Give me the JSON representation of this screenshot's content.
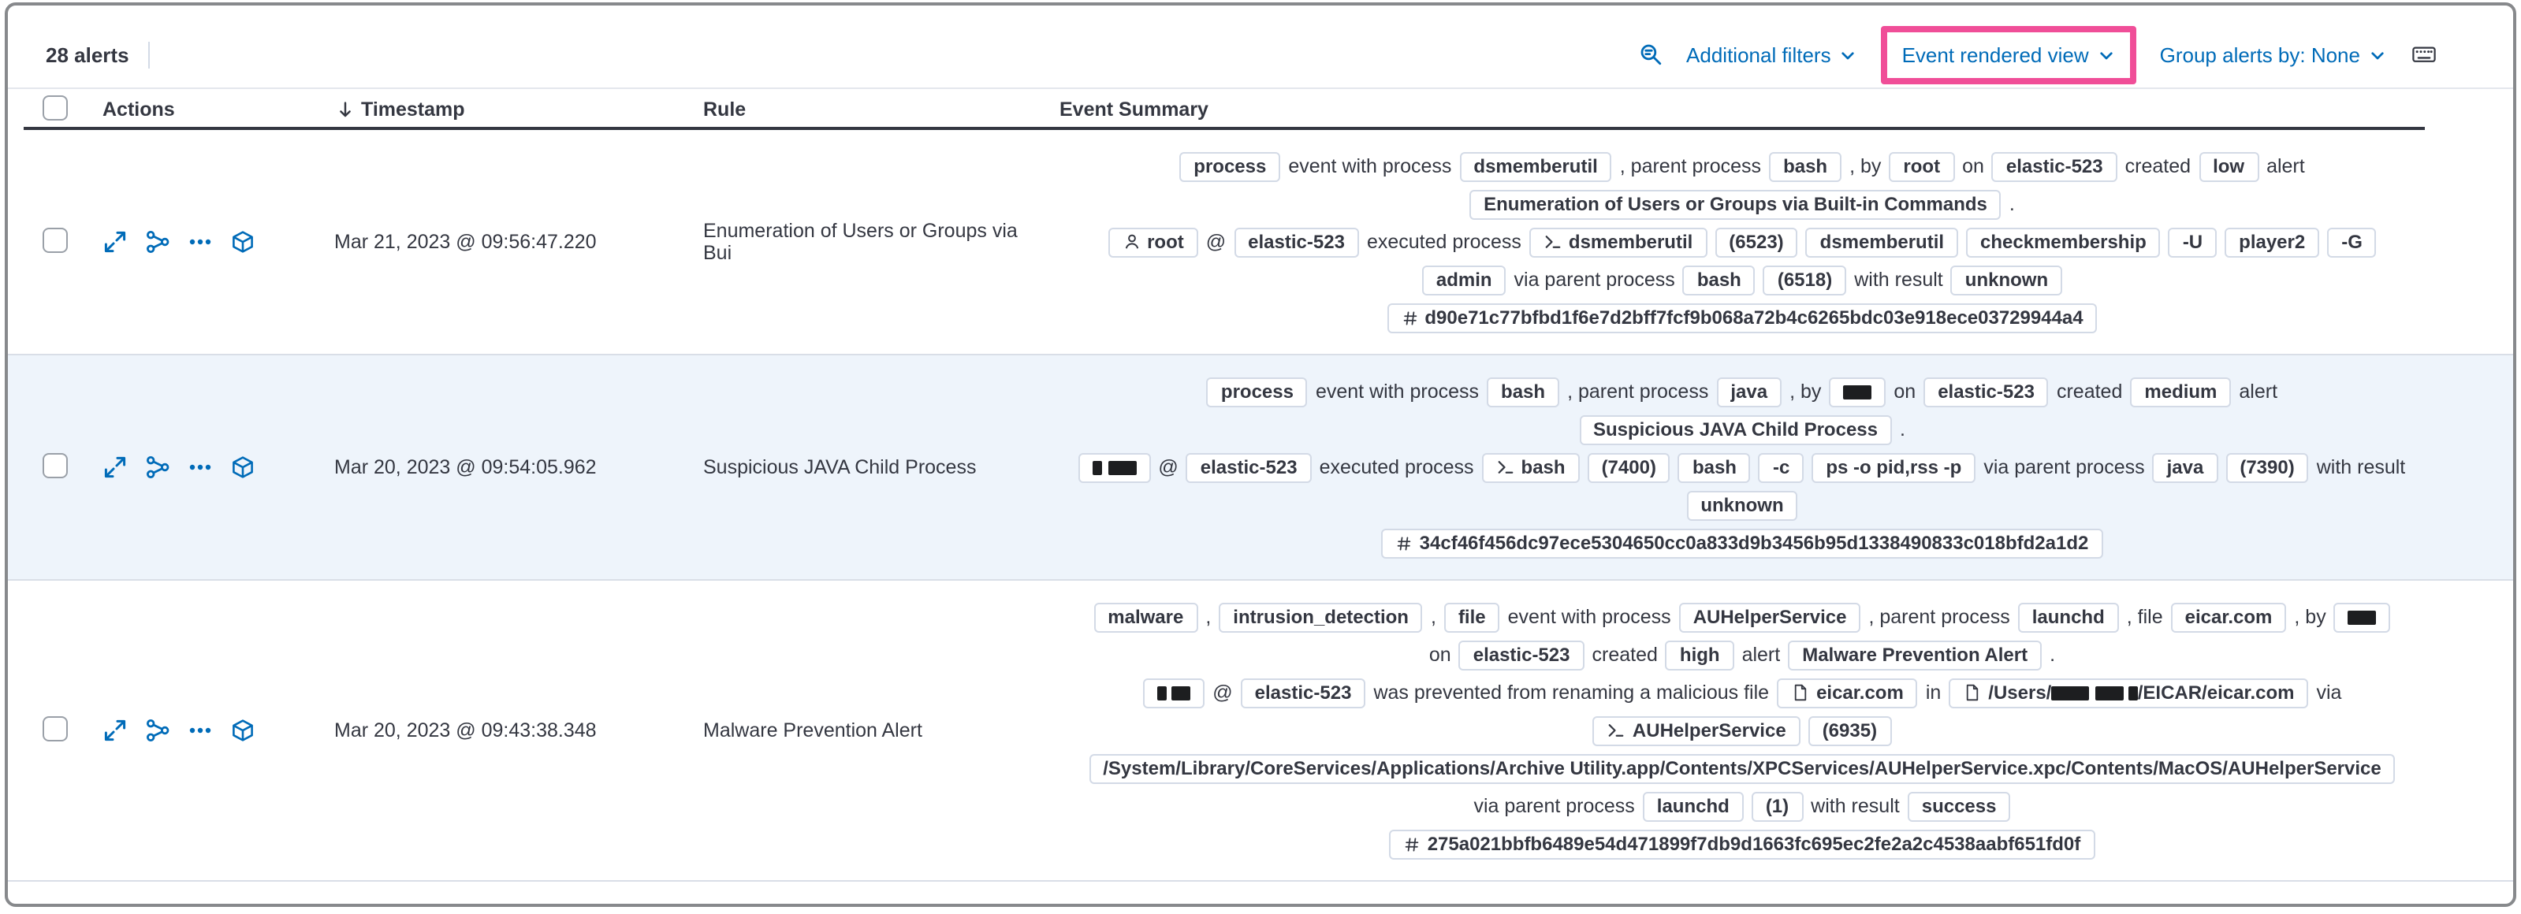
{
  "colors": {
    "link_blue": "#006bb8",
    "text": "#343741",
    "badge_border": "#d3dae6",
    "striped_row_bg": "#eef4fb",
    "highlight_pink": "#f04e98",
    "frame_border": "#87898c"
  },
  "toolbar": {
    "alert_count": "28 alerts",
    "inspect_icon": "inspect-icon",
    "additional_filters_label": "Additional filters",
    "view_selector_label": "Event rendered view",
    "group_alerts_label": "Group alerts by: None",
    "keyboard_icon": "keyboard-shortcuts-icon",
    "highlighted_control": "Event rendered view"
  },
  "table": {
    "columns": {
      "actions": "Actions",
      "timestamp": "Timestamp",
      "rule": "Rule",
      "summary": "Event Summary"
    },
    "sort_icon": "sort-down-icon",
    "row_action_icons": [
      "expand-icon",
      "analyzer-icon",
      "more-actions-icon",
      "session-view-icon"
    ]
  },
  "rows": [
    {
      "timestamp": "Mar 21, 2023 @ 09:56:47.220",
      "rule": "Enumeration of Users or Groups via Bui",
      "summary": [
        [
          {
            "badge": "process"
          },
          {
            "text": "event with process"
          },
          {
            "badge": "dsmemberutil"
          },
          {
            "text": ", parent process"
          },
          {
            "badge": "bash"
          },
          {
            "text": ", by"
          },
          {
            "badge": "root"
          },
          {
            "text": "on"
          },
          {
            "badge": "elastic-523"
          },
          {
            "text": "created"
          },
          {
            "badge": "low"
          },
          {
            "text": "alert"
          }
        ],
        [
          {
            "badge": "Enumeration of Users or Groups via Built-in Commands"
          },
          {
            "text": "."
          }
        ],
        [
          {
            "badge": "root",
            "icon": "user-icon"
          },
          {
            "text": "@"
          },
          {
            "badge": "elastic-523"
          },
          {
            "text": "executed process"
          },
          {
            "badge": "dsmemberutil",
            "icon": "console-icon"
          },
          {
            "badge": "(6523)"
          },
          {
            "badge": "dsmemberutil"
          },
          {
            "badge": "checkmembership"
          },
          {
            "badge": "-U"
          },
          {
            "badge": "player2"
          },
          {
            "badge": "-G"
          }
        ],
        [
          {
            "badge": "admin"
          },
          {
            "text": "via parent process"
          },
          {
            "badge": "bash"
          },
          {
            "badge": "(6518)"
          },
          {
            "text": "with result"
          },
          {
            "badge": "unknown"
          }
        ],
        [
          {
            "badge": "d90e71c77bfbd1f6e7d2bff7fcf9b068a72b4c6265bdc03e918ece03729944a4",
            "icon": "hash-icon"
          }
        ]
      ]
    },
    {
      "timestamp": "Mar 20, 2023 @ 09:54:05.962",
      "rule": "Suspicious JAVA Child Process",
      "summary": [
        [
          {
            "badge": "process"
          },
          {
            "text": "event with process"
          },
          {
            "badge": "bash"
          },
          {
            "text": ", parent process"
          },
          {
            "badge": "java"
          },
          {
            "text": ", by"
          },
          {
            "badge": "███"
          },
          {
            "text": "on"
          },
          {
            "badge": "elastic-523"
          },
          {
            "text": "created"
          },
          {
            "badge": "medium"
          },
          {
            "text": "alert"
          }
        ],
        [
          {
            "badge": "Suspicious JAVA Child Process"
          },
          {
            "text": "."
          }
        ],
        [
          {
            "badge": "█ ███"
          },
          {
            "text": "@"
          },
          {
            "badge": "elastic-523"
          },
          {
            "text": "executed process"
          },
          {
            "badge": "bash",
            "icon": "console-icon"
          },
          {
            "badge": "(7400)"
          },
          {
            "badge": "bash"
          },
          {
            "badge": "-c"
          },
          {
            "badge": "ps -o pid,rss -p"
          },
          {
            "text": "via parent process"
          },
          {
            "badge": "java"
          },
          {
            "badge": "(7390)"
          },
          {
            "text": "with result"
          }
        ],
        [
          {
            "badge": "unknown"
          }
        ],
        [
          {
            "badge": "34cf46f456dc97ece5304650cc0a833d9b3456b95d1338490833c018bfd2a1d2",
            "icon": "hash-icon"
          }
        ]
      ]
    },
    {
      "timestamp": "Mar 20, 2023 @ 09:43:38.348",
      "rule": "Malware Prevention Alert",
      "summary": [
        [
          {
            "badge": "malware"
          },
          {
            "text": ","
          },
          {
            "badge": "intrusion_detection"
          },
          {
            "text": ","
          },
          {
            "badge": "file"
          },
          {
            "text": "event with process"
          },
          {
            "badge": "AUHelperService"
          },
          {
            "text": ", parent process"
          },
          {
            "badge": "launchd"
          },
          {
            "text": ", file"
          },
          {
            "badge": "eicar.com"
          },
          {
            "text": ", by"
          },
          {
            "badge": "███"
          }
        ],
        [
          {
            "text": "on"
          },
          {
            "badge": "elastic-523"
          },
          {
            "text": "created"
          },
          {
            "badge": "high"
          },
          {
            "text": "alert"
          },
          {
            "badge": "Malware Prevention Alert"
          },
          {
            "text": "."
          }
        ],
        [
          {
            "badge": "█ ██"
          },
          {
            "text": "@"
          },
          {
            "badge": "elastic-523"
          },
          {
            "text": "was prevented from renaming a malicious file"
          },
          {
            "badge": "eicar.com",
            "icon": "document-icon"
          },
          {
            "text": "in"
          },
          {
            "badge": "/Users/████ ███ █/EICAR/eicar.com",
            "icon": "document-icon"
          },
          {
            "text": "via"
          }
        ],
        [
          {
            "badge": "AUHelperService",
            "icon": "console-icon"
          },
          {
            "badge": "(6935)"
          }
        ],
        [
          {
            "badge": "/System/Library/CoreServices/Applications/Archive Utility.app/Contents/XPCServices/AUHelperService.xpc/Contents/MacOS/AUHelperService"
          }
        ],
        [
          {
            "text": "via parent process"
          },
          {
            "badge": "launchd"
          },
          {
            "badge": "(1)"
          },
          {
            "text": "with result"
          },
          {
            "badge": "success"
          }
        ],
        [
          {
            "badge": "275a021bbfb6489e54d471899f7db9d1663fc695ec2fe2a2c4538aabf651fd0f",
            "icon": "hash-icon"
          }
        ]
      ]
    }
  ]
}
